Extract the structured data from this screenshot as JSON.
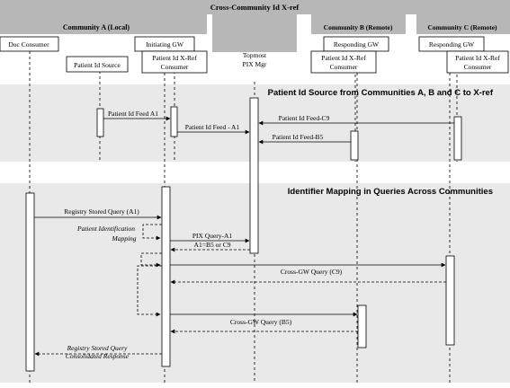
{
  "title": "Cross-Community Id X-ref",
  "communities": {
    "a": "Community A (Local)",
    "b": "Community B (Remote)",
    "c": "Community C (Remote)"
  },
  "participants": {
    "doc_consumer": "Doc Consumer",
    "initiating_gw": "Initiating GW",
    "patient_id_source": "Patient Id Source",
    "xref_consumer_a": [
      "Patient Id X-Ref",
      "Consumer"
    ],
    "topmost_pix_mgr": [
      "Topmost",
      "PIX Mgr"
    ],
    "responding_gw_b": "Responding GW",
    "xref_consumer_b": [
      "Patient Id X-Ref",
      "Consumer"
    ],
    "responding_gw_c": "Responding GW",
    "xref_consumer_c": [
      "Patient Id X-Ref",
      "Consumer"
    ]
  },
  "sections": {
    "source": "Patient Id Source from Communities A, B and C to X-ref",
    "mapping": "Identifier Mapping in Queries Across Communities"
  },
  "messages": {
    "feed_a1": "Patient Id Feed A1",
    "feed_a1_xref": "Patient Id Feed - A1",
    "feed_c9": "Patient Id Feed-C9",
    "feed_b5": "Patient Id Feed-B5",
    "registry_query": "Registry Stored Query (A1)",
    "patient_id_mapping": [
      "Patient Identification",
      "Mapping"
    ],
    "pix_query": "PIX Query-A1",
    "pix_response": "A1=B5 or C9",
    "xgw_query_c9": "Cross-GW Query (C9)",
    "xgw_query_b5": "Cross-GW Query (B5)",
    "consolidated_response": [
      "Registry Stored Query",
      "Consolidated Response"
    ]
  }
}
